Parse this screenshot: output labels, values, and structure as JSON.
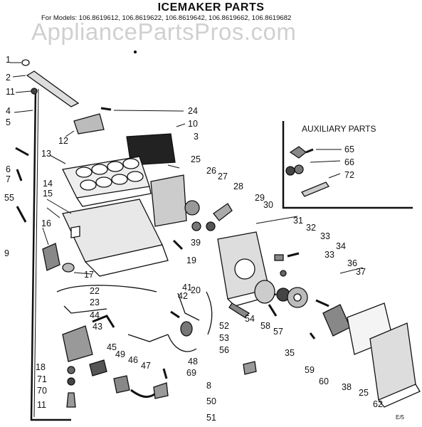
{
  "title": "ICEMAKER PARTS",
  "models_line": "For Models: 106.8619612, 106.8619622, 106.8619642, 106.8619662, 106.8619682",
  "watermark": "AppliancePartsPros.com",
  "auxiliary_title": "AUXILIARY PARTS",
  "corner_code": "E/5",
  "callouts": [
    "1",
    "2",
    "11",
    "4",
    "5",
    "6",
    "7",
    "55",
    "9",
    "12",
    "13",
    "14",
    "15",
    "16",
    "17",
    "24",
    "10",
    "3",
    "25",
    "26",
    "27",
    "28",
    "29",
    "30",
    "39",
    "19",
    "31",
    "32",
    "33",
    "34",
    "33",
    "36",
    "37",
    "18",
    "71",
    "70",
    "11",
    "22",
    "23",
    "44",
    "43",
    "45",
    "49",
    "46",
    "47",
    "41",
    "42",
    "20",
    "48",
    "69",
    "8",
    "50",
    "51",
    "52",
    "53",
    "56",
    "54",
    "58",
    "57",
    "35",
    "59",
    "60",
    "38",
    "25",
    "62",
    "65",
    "66",
    "72"
  ]
}
